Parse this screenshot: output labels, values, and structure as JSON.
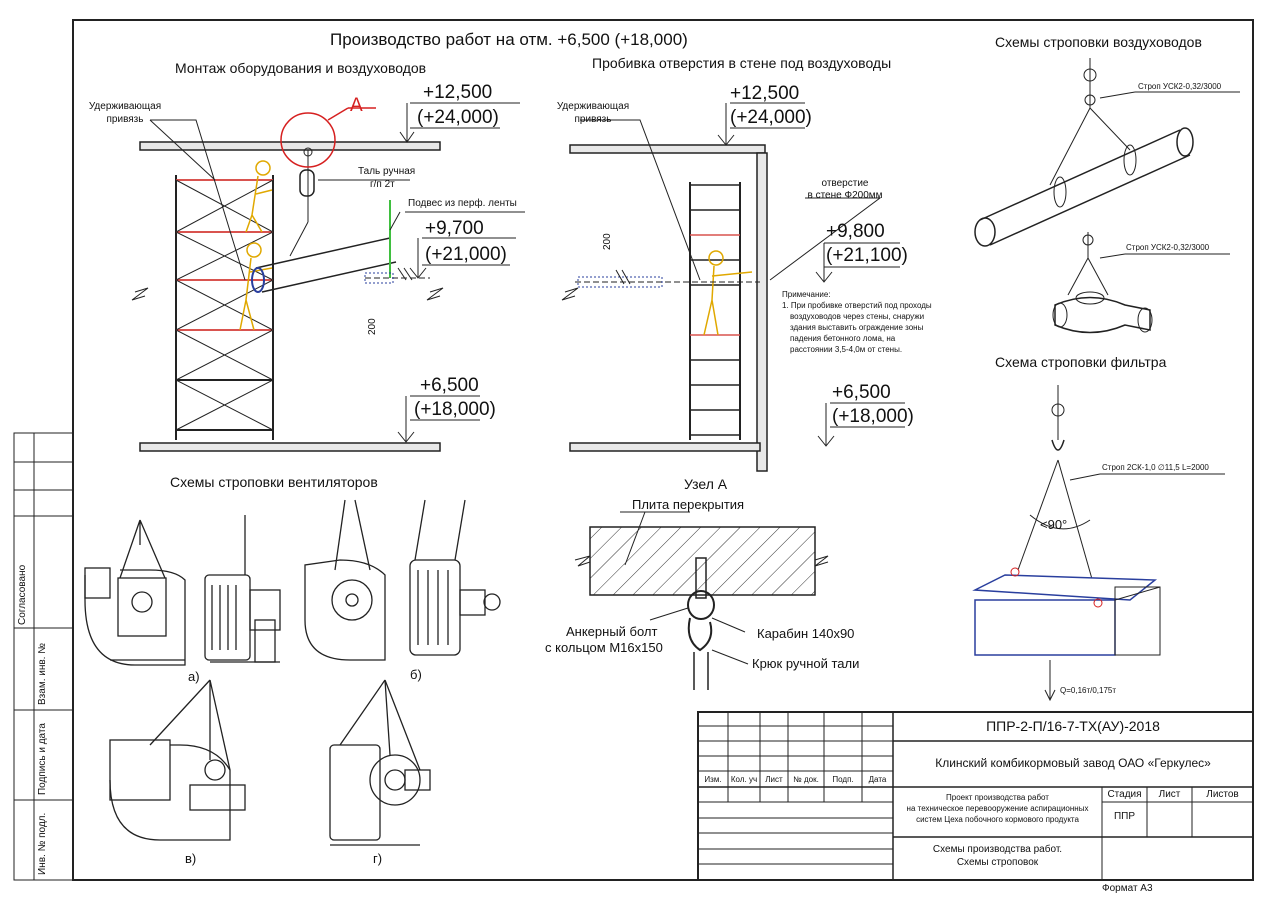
{
  "titles": {
    "main": "Производство работ на отм. +6,500 (+18,000)",
    "left_section": "Монтаж оборудования и воздуховодов",
    "middle_section": "Пробивка отверстия в стене под воздуховоды",
    "right_top": "Схемы строповки воздуховодов",
    "filter": "Схема строповки фильтра",
    "fans": "Схемы строповки вентиляторов",
    "node_a": "Узел А"
  },
  "left_drawing": {
    "callout_a": "А",
    "restraint_1": "Удерживающая",
    "restraint_2": "привязь",
    "hoist_1": "Таль ручная",
    "hoist_2": "г/п 2т",
    "hanger": "Подвес из перф. ленты",
    "lvl_top_1": "+12,500",
    "lvl_top_2": "(+24,000)",
    "lvl_mid_1": "+9,700",
    "lvl_mid_2": "(+21,000)",
    "lvl_bot_1": "+6,500",
    "lvl_bot_2": "(+18,000)",
    "dim_200": "200"
  },
  "middle_drawing": {
    "restraint_1": "Удерживающая",
    "restraint_2": "привязь",
    "opening_1": "отверстие",
    "opening_2": "в стене Ф200мм",
    "lvl_top_1": "+12,500",
    "lvl_top_2": "(+24,000)",
    "lvl_mid_1": "+9,800",
    "lvl_mid_2": "(+21,100)",
    "lvl_bot_1": "+6,500",
    "lvl_bot_2": "(+18,000)",
    "dim_200": "200",
    "note_title": "Примечание:",
    "note_1": "1. При пробивке отверстий под проходы",
    "note_2": "воздуховодов через стены, снаружи",
    "note_3": "здания выставить ограждение зоны",
    "note_4": "падения бетонного лома, на",
    "note_5": "расстоянии 3,5-4,0м от стены."
  },
  "right_drawing": {
    "sling_1": "Строп УСК2-0,32/3000",
    "sling_2": "Строп УСК2-0,32/3000",
    "sling_filter": "Строп 2СК-1,0 ∅11,5  L=2000",
    "angle": "<90°",
    "load": "Q=0,16т/0,175т"
  },
  "node_a": {
    "slab": "Плита перекрытия",
    "bolt_1": "Анкерный болт",
    "bolt_2": "с кольцом М16х150",
    "carabiner": "Карабин 140х90",
    "hook": "Крюк ручной тали"
  },
  "fan_labels": {
    "a": "а)",
    "b": "б)",
    "v": "в)",
    "g": "г)"
  },
  "side_stamp": {
    "agreed": "Согласовано",
    "swap": "Взам. инв. №",
    "sign": "Подпись и дата",
    "inv": "Инв. № подл."
  },
  "title_block": {
    "code": "ППР-2-П/16-7-ТХ(АУ)-2018",
    "org": "Клинский комбикормовый завод ОАО «Геркулес»",
    "project_1": "Проект производства работ",
    "project_2": "на техническое перевооружение аспирационных",
    "project_3": "систем Цеха побочного кормового продукта",
    "stage_h": "Стадия",
    "sheet_h": "Лист",
    "sheets_h": "Листов",
    "stage_v": "ППР",
    "sheet_title_1": "Схемы производства работ.",
    "sheet_title_2": "Схемы строповок",
    "cols": [
      "Изм.",
      "Кол. уч",
      "Лист",
      "№ док.",
      "Подп.",
      "Дата"
    ]
  },
  "format": "Формат А3",
  "colors": {
    "line": "#222222",
    "scaffold_red": "#d9534f",
    "worker": "#e0a800",
    "pipe_blue": "#2a3f9e",
    "hanger_green": "#3fbf3f",
    "callout_red": "#d62020"
  }
}
